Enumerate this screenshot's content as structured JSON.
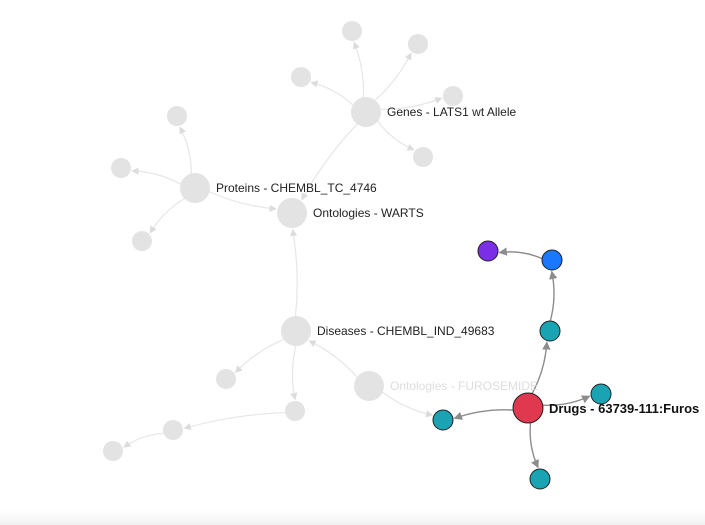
{
  "graph": {
    "nodes": [
      {
        "id": "genes",
        "label": "Genes - LATS1 wt Allele",
        "state": "dimmed"
      },
      {
        "id": "proteins",
        "label": "Proteins - CHEMBL_TC_4746",
        "state": "dimmed"
      },
      {
        "id": "ontologies_warts",
        "label": "Ontologies - WARTS",
        "state": "dimmed"
      },
      {
        "id": "diseases",
        "label": "Diseases - CHEMBL_IND_49683",
        "state": "dimmed"
      },
      {
        "id": "ontologies_furosemide",
        "label": "Ontologies - FUROSEMIDE",
        "state": "faded"
      },
      {
        "id": "drugs",
        "label": "Drugs - 63739-111:Furos",
        "state": "focus"
      },
      {
        "id": "g1",
        "label": "",
        "state": "dimmed"
      },
      {
        "id": "g2",
        "label": "",
        "state": "dimmed"
      },
      {
        "id": "g3",
        "label": "",
        "state": "dimmed"
      },
      {
        "id": "g4",
        "label": "",
        "state": "dimmed"
      },
      {
        "id": "g5",
        "label": "",
        "state": "dimmed"
      },
      {
        "id": "p1",
        "label": "",
        "state": "dimmed"
      },
      {
        "id": "p2",
        "label": "",
        "state": "dimmed"
      },
      {
        "id": "p3",
        "label": "",
        "state": "dimmed"
      },
      {
        "id": "d1",
        "label": "",
        "state": "dimmed"
      },
      {
        "id": "d2",
        "label": "",
        "state": "dimmed"
      },
      {
        "id": "d3",
        "label": "",
        "state": "dimmed"
      },
      {
        "id": "d4",
        "label": "",
        "state": "dimmed"
      },
      {
        "id": "t_left",
        "label": "",
        "state": "active"
      },
      {
        "id": "t_right",
        "label": "",
        "state": "active"
      },
      {
        "id": "t_bottom",
        "label": "",
        "state": "active"
      },
      {
        "id": "t_up",
        "label": "",
        "state": "active"
      },
      {
        "id": "blue",
        "label": "",
        "state": "active"
      },
      {
        "id": "purple",
        "label": "",
        "state": "active"
      }
    ],
    "edges": [
      {
        "from": "genes",
        "to": "g1",
        "state": "dimmed"
      },
      {
        "from": "genes",
        "to": "g2",
        "state": "dimmed"
      },
      {
        "from": "genes",
        "to": "g3",
        "state": "dimmed"
      },
      {
        "from": "genes",
        "to": "g4",
        "state": "dimmed"
      },
      {
        "from": "genes",
        "to": "g5",
        "state": "dimmed"
      },
      {
        "from": "genes",
        "to": "ontologies_warts",
        "state": "dimmed"
      },
      {
        "from": "proteins",
        "to": "p1",
        "state": "dimmed"
      },
      {
        "from": "proteins",
        "to": "p2",
        "state": "dimmed"
      },
      {
        "from": "proteins",
        "to": "p3",
        "state": "dimmed"
      },
      {
        "from": "proteins",
        "to": "ontologies_warts",
        "state": "dimmed"
      },
      {
        "from": "diseases",
        "to": "ontologies_warts",
        "state": "dimmed"
      },
      {
        "from": "diseases",
        "to": "d1",
        "state": "dimmed"
      },
      {
        "from": "diseases",
        "to": "d2",
        "state": "dimmed"
      },
      {
        "from": "d2",
        "to": "d3",
        "state": "dimmed"
      },
      {
        "from": "d3",
        "to": "d4",
        "state": "dimmed"
      },
      {
        "from": "ontologies_furosemide",
        "to": "diseases",
        "state": "dimmed"
      },
      {
        "from": "ontologies_furosemide",
        "to": "t_left",
        "state": "dimmed"
      },
      {
        "from": "drugs",
        "to": "t_left",
        "state": "active"
      },
      {
        "from": "drugs",
        "to": "t_right",
        "state": "active"
      },
      {
        "from": "drugs",
        "to": "t_bottom",
        "state": "active"
      },
      {
        "from": "drugs",
        "to": "t_up",
        "state": "active"
      },
      {
        "from": "t_up",
        "to": "blue",
        "state": "active"
      },
      {
        "from": "blue",
        "to": "purple",
        "state": "active"
      }
    ]
  },
  "colors": {
    "dimmed_node": "#e3e3e3",
    "dimmed_edge": "#e6e6e6",
    "active_edge": "#8c8c8c",
    "focus_node": "#e0384f",
    "teal_node": "#1aa3b3",
    "blue_node": "#1a78ff",
    "purple_node": "#7a2ee6",
    "node_stroke": "#222222"
  }
}
